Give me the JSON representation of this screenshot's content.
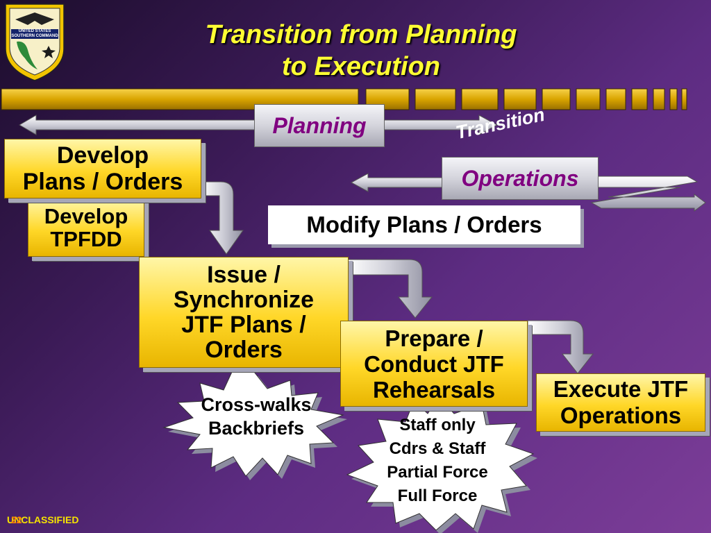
{
  "title_line1": "Transition from Planning",
  "title_line2": "to Execution",
  "emblem": {
    "text_line1": "UNITED STATES",
    "text_line2": "SOUTHERN COMMAND"
  },
  "phase_labels": {
    "planning": "Planning",
    "transition": "Transition",
    "operations": "Operations"
  },
  "steps": {
    "develop_plans": [
      "Develop",
      "Plans / Orders"
    ],
    "develop_tpfdd": [
      "Develop",
      "TPFDD"
    ],
    "modify_plans": "Modify Plans / Orders",
    "issue_synchronize": [
      "Issue /",
      "Synchronize",
      "JTF Plans /",
      "Orders"
    ],
    "prepare_conduct": [
      "Prepare /",
      "Conduct JTF",
      "Rehearsals"
    ],
    "execute": [
      "Execute JTF",
      "Operations"
    ]
  },
  "starbursts": {
    "crosswalks": [
      "Cross-walks",
      "Backbriefs"
    ],
    "rehearsal_types": [
      "Staff only",
      "Cdrs & Staff",
      "Partial Force",
      "Full Force"
    ]
  },
  "footer": {
    "page_number": "22",
    "classification": "UNCLASSIFIED"
  },
  "colors": {
    "title": "#ffff33",
    "box_gold": "#ffd728",
    "planning_text": "#800080",
    "background": "#5d2c82"
  }
}
